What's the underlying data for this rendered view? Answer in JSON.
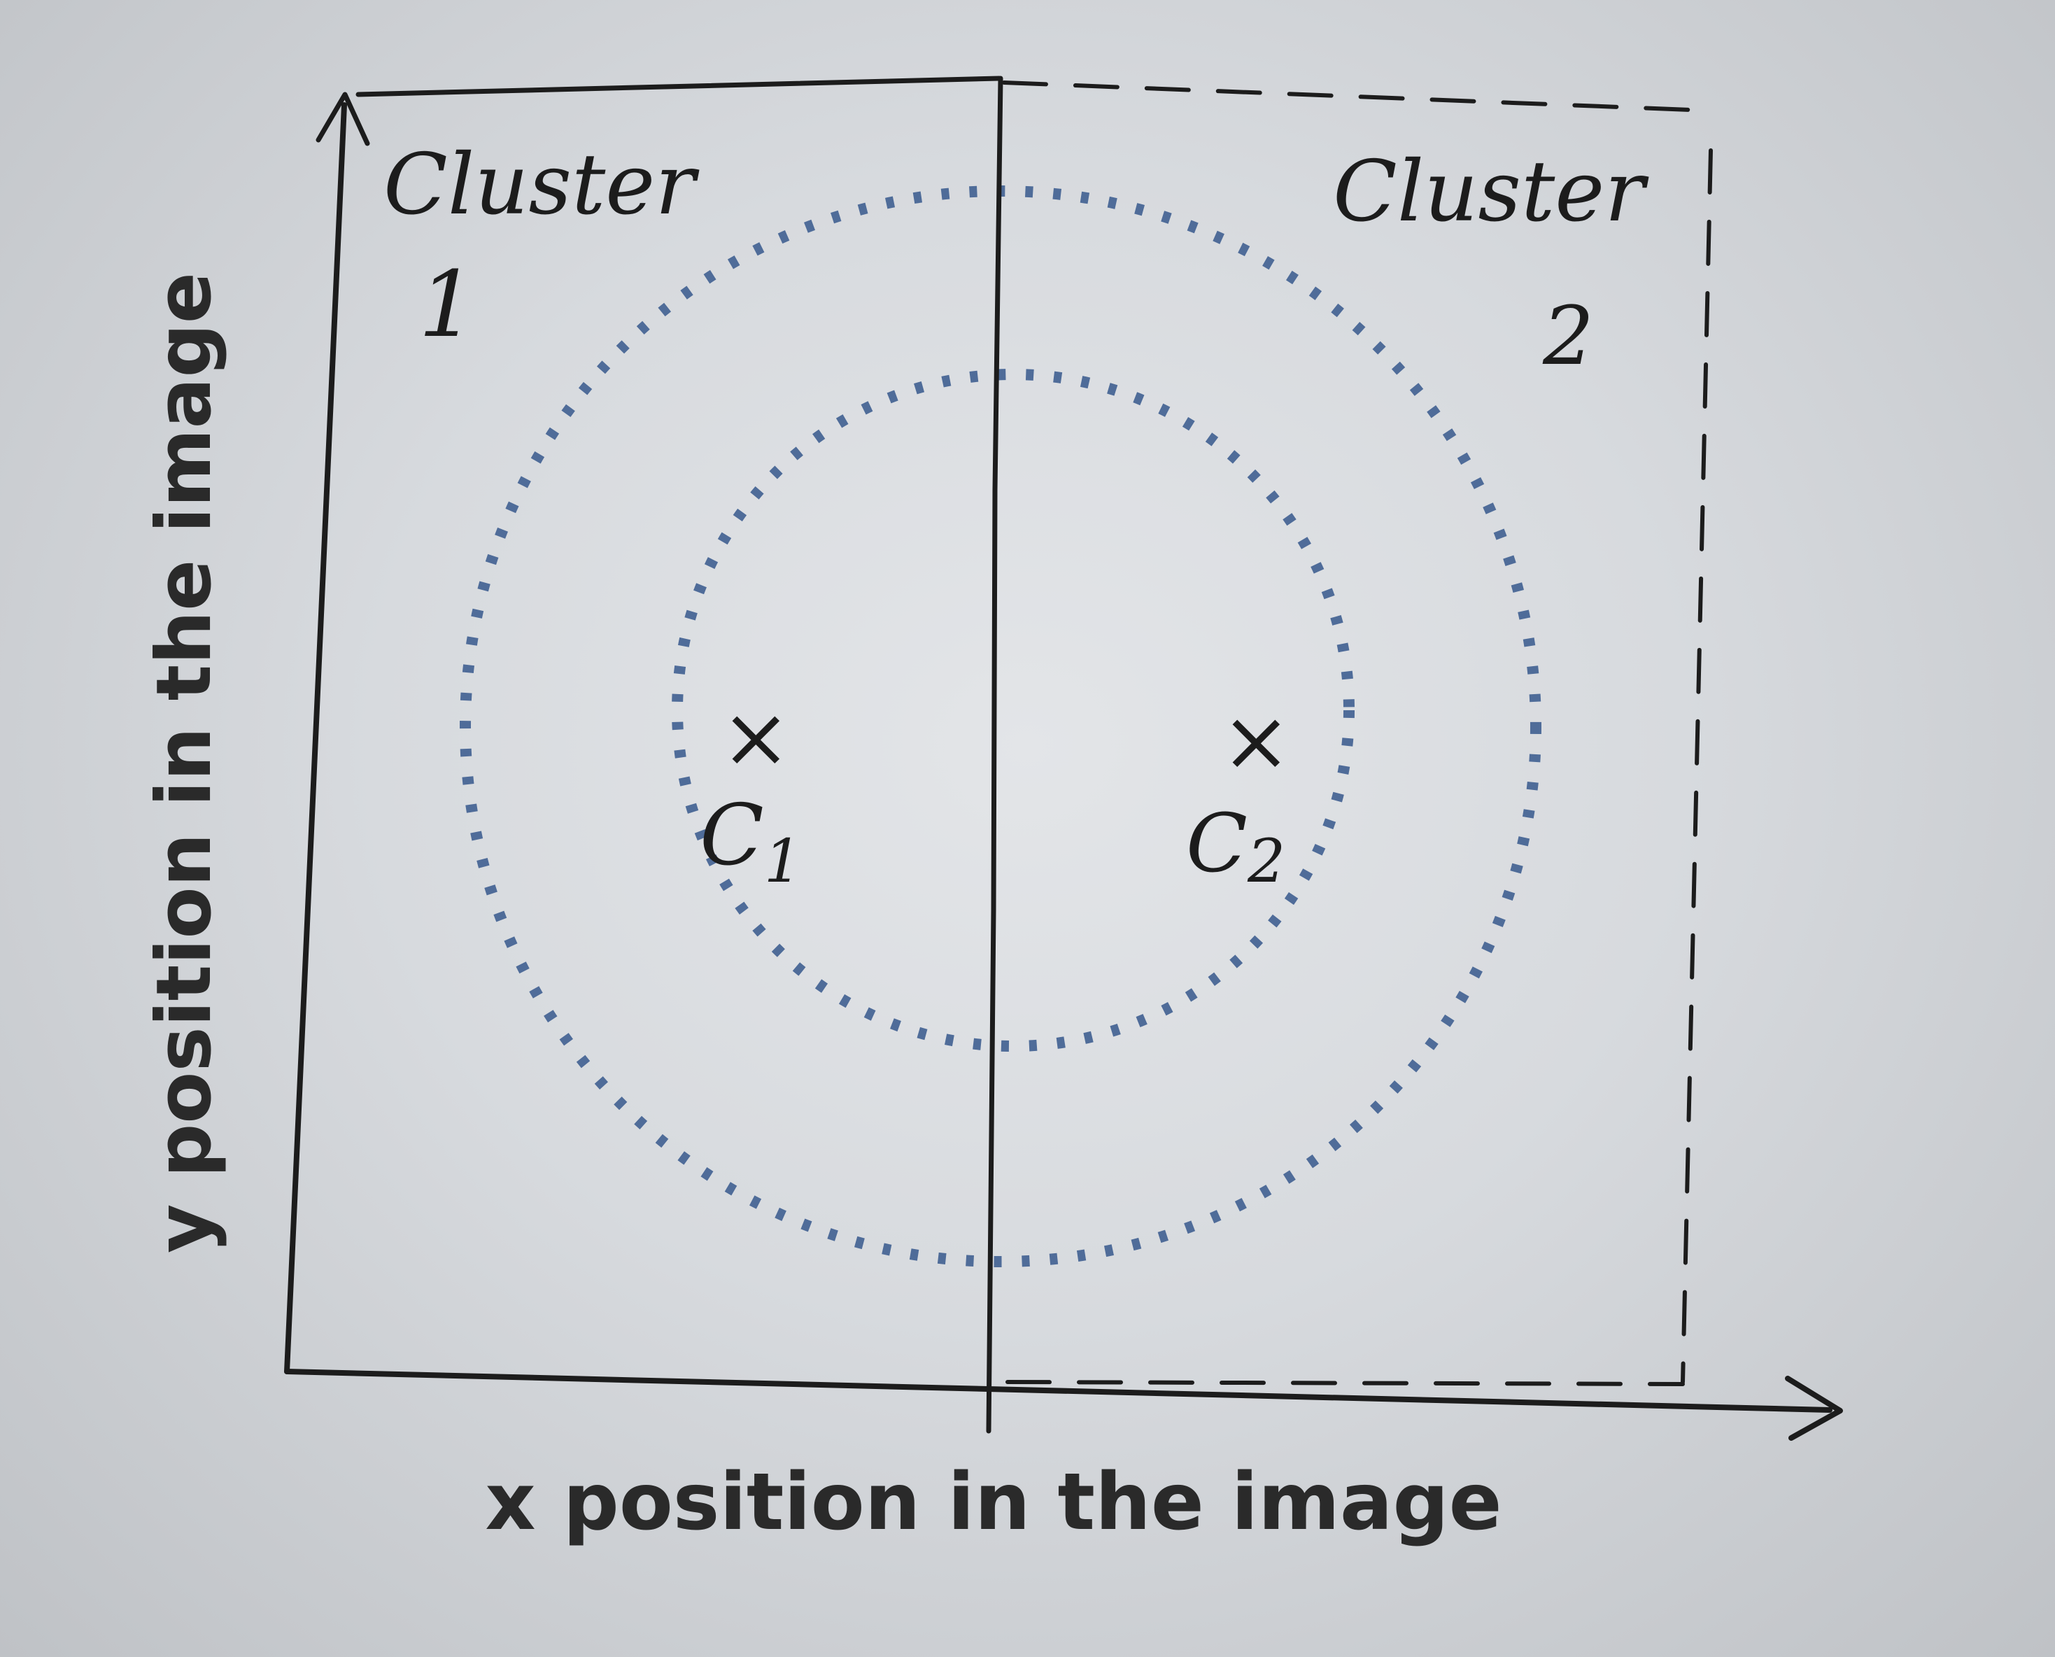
{
  "axes": {
    "x_label": "x position in the image",
    "y_label": "y position in the image"
  },
  "clusters": {
    "cluster1": {
      "word": "Cluster",
      "number": "1"
    },
    "cluster2": {
      "word": "Cluster",
      "number": "2"
    }
  },
  "centroids": {
    "c1": {
      "marker": "×",
      "label": "C",
      "subscript": "1"
    },
    "c2": {
      "marker": "×",
      "label": "C",
      "subscript": "2"
    }
  },
  "colors": {
    "ink": "#1c1c1c",
    "dots": "#4f6c99",
    "paper": "#dcdfe2"
  }
}
